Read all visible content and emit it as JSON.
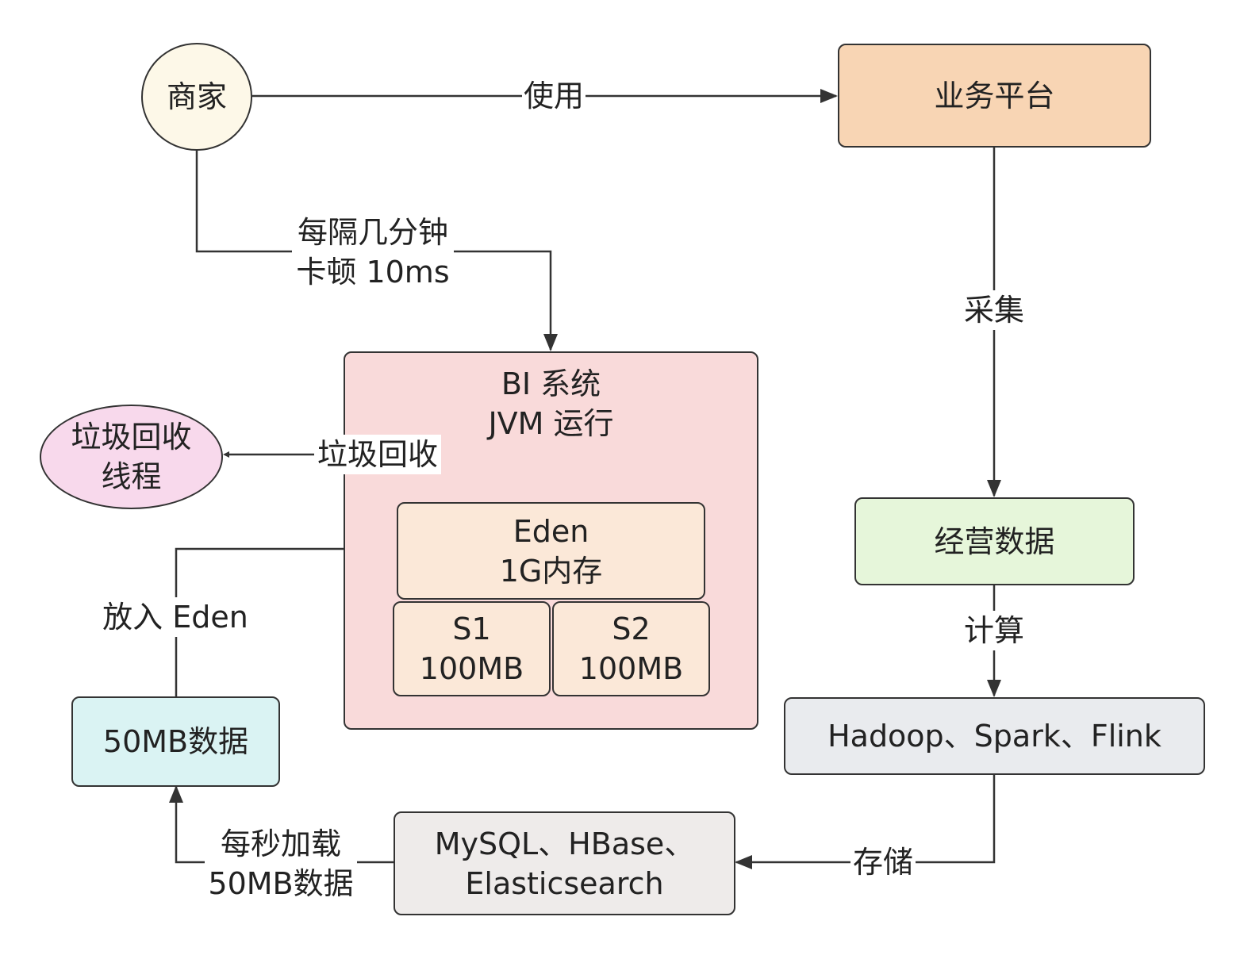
{
  "nodes": {
    "merchant": {
      "label": "商家",
      "fill": "#fdf8e8"
    },
    "business_platform": {
      "label": "业务平台",
      "fill": "#f8d5b4"
    },
    "bi_system": {
      "line1": "BI 系统",
      "line2": "JVM 运行",
      "fill": "#f9dada"
    },
    "gc_thread": {
      "line1": "垃圾回收",
      "line2": "线程",
      "fill": "#f8d9ec"
    },
    "eden": {
      "line1": "Eden",
      "line2": "1G内存",
      "fill": "#fbe8d8"
    },
    "s1": {
      "line1": "S1",
      "line2": "100MB",
      "fill": "#fbe8d8"
    },
    "s2": {
      "line1": "S2",
      "line2": "100MB",
      "fill": "#fbe8d8"
    },
    "data_50mb": {
      "label": "50MB数据",
      "fill": "#daf3f3"
    },
    "operating_data": {
      "label": "经营数据",
      "fill": "#e6f6da"
    },
    "compute_engines": {
      "label": "Hadoop、Spark、Flink",
      "fill": "#e9ebee"
    },
    "storage_systems": {
      "line1": "MySQL、HBase、",
      "line2": "Elasticsearch",
      "fill": "#eeebea"
    }
  },
  "edges": {
    "use": {
      "label": "使用"
    },
    "lag": {
      "line1": "每隔几分钟",
      "line2": "卡顿 10ms"
    },
    "gc": {
      "label": "垃圾回收"
    },
    "put_eden": {
      "label": "放入 Eden"
    },
    "collect": {
      "label": "采集"
    },
    "compute": {
      "label": "计算"
    },
    "store": {
      "label": "存储"
    },
    "load": {
      "line1": "每秒加载",
      "line2": "50MB数据"
    }
  },
  "colors": {
    "stroke": "#333333",
    "text": "#222222"
  }
}
